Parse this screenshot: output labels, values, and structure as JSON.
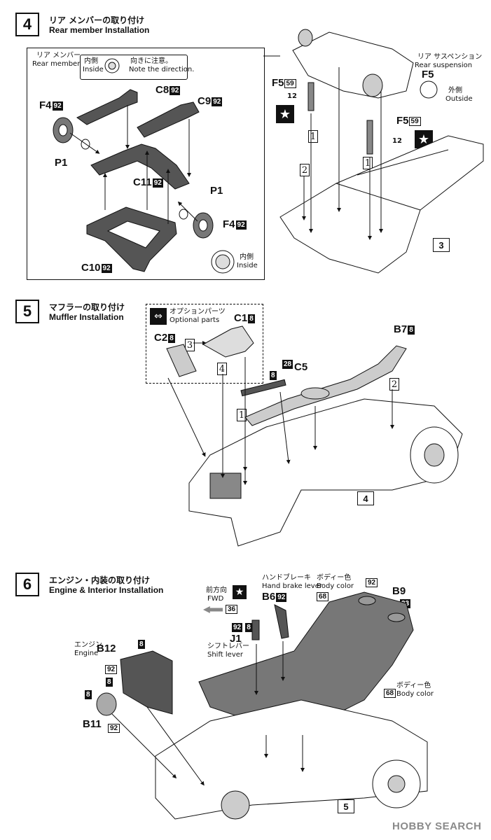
{
  "step4": {
    "number": "4",
    "title_jp": "リア メンバーの取り付け",
    "title_en": "Rear member Installation",
    "inset_label_jp": "リア メンバー",
    "inset_label_en": "Rear member",
    "inside_jp": "内側",
    "inside_en": "Inside",
    "note_jp": "向きに注意。",
    "note_en": "Note the direction.",
    "parts": {
      "c8": "C8",
      "c9": "C9",
      "c11": "C11",
      "c10": "C10",
      "f4": "F4",
      "p1": "P1",
      "f5": "F5"
    },
    "paint": "92",
    "paint_f5": "59",
    "f5_count": "12",
    "rear_susp_jp": "リア サスペンション",
    "rear_susp_en": "Rear suspension",
    "outside_jp": "外側",
    "outside_en": "Outside",
    "ref_step": "3",
    "seq1": "1",
    "seq2": "2"
  },
  "step5": {
    "number": "5",
    "title_jp": "マフラーの取り付け",
    "title_en": "Muffler Installation",
    "option_jp": "オプションパーツ",
    "option_en": "Optional parts",
    "parts": {
      "c1": "C1",
      "c2": "C2",
      "b7": "B7",
      "c5": "C5"
    },
    "paint8": "8",
    "paint28": "28",
    "ref_step": "4",
    "seq1": "1",
    "seq2": "2",
    "seq3": "3",
    "seq4": "4"
  },
  "step6": {
    "number": "6",
    "title_jp": "エンジン・内装の取り付け",
    "title_en": "Engine & Interior Installation",
    "fwd_jp": "前方向",
    "fwd_en": "FWD",
    "handbrake_jp": "ハンドブレーキ",
    "handbrake_en": "Hand brake lever",
    "body_color_jp": "ボディー色",
    "body_color_en": "Body color",
    "shift_jp": "シフトレバー",
    "shift_en": "Shift lever",
    "engine_jp": "エンジン",
    "engine_en": "Engine",
    "parts": {
      "b6": "B6",
      "b9": "B9",
      "j1": "J1",
      "b12": "B12",
      "b11": "B11"
    },
    "paint92": "92",
    "paint8": "8",
    "paint68": "68",
    "paint33": "33",
    "paint36": "36",
    "ref_step": "5"
  },
  "footer": {
    "brand": "HOBBY SEARCH"
  }
}
